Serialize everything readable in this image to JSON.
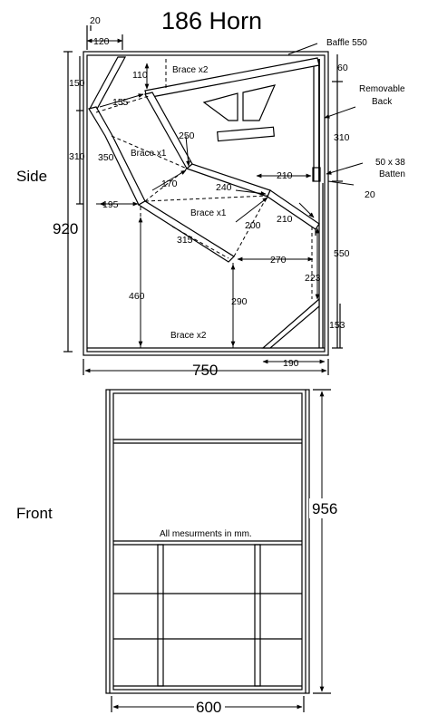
{
  "title": "186 Horn",
  "views": {
    "side": "Side",
    "front": "Front"
  },
  "notes": {
    "measurements": "All mesurments in mm.",
    "baffle": "Baffle 550",
    "removable_back_line1": "Removable",
    "removable_back_line2": "Back",
    "batten_line1": "50 x 38",
    "batten_line2": "Batten"
  },
  "braces": {
    "top": "Brace x2",
    "upper": "Brace x1",
    "middle": "Brace x1",
    "bottom": "Brace x2"
  },
  "dimensions": {
    "d20_top": "20",
    "d120": "120",
    "d150": "150",
    "d110": "110",
    "d60": "60",
    "d155": "155",
    "d310_left": "310",
    "d250": "250",
    "d310_right": "310",
    "d350": "350",
    "d170": "170",
    "d240": "240",
    "d210_batten": "210",
    "d20_right": "20",
    "d195": "195",
    "d200": "200",
    "d210_lower": "210",
    "d920": "920",
    "d315": "315",
    "d270": "270",
    "d550": "550",
    "d223": "223",
    "d460": "460",
    "d290": "290",
    "d153": "153",
    "d750": "750",
    "d190": "190",
    "d956": "956",
    "d600": "600"
  }
}
